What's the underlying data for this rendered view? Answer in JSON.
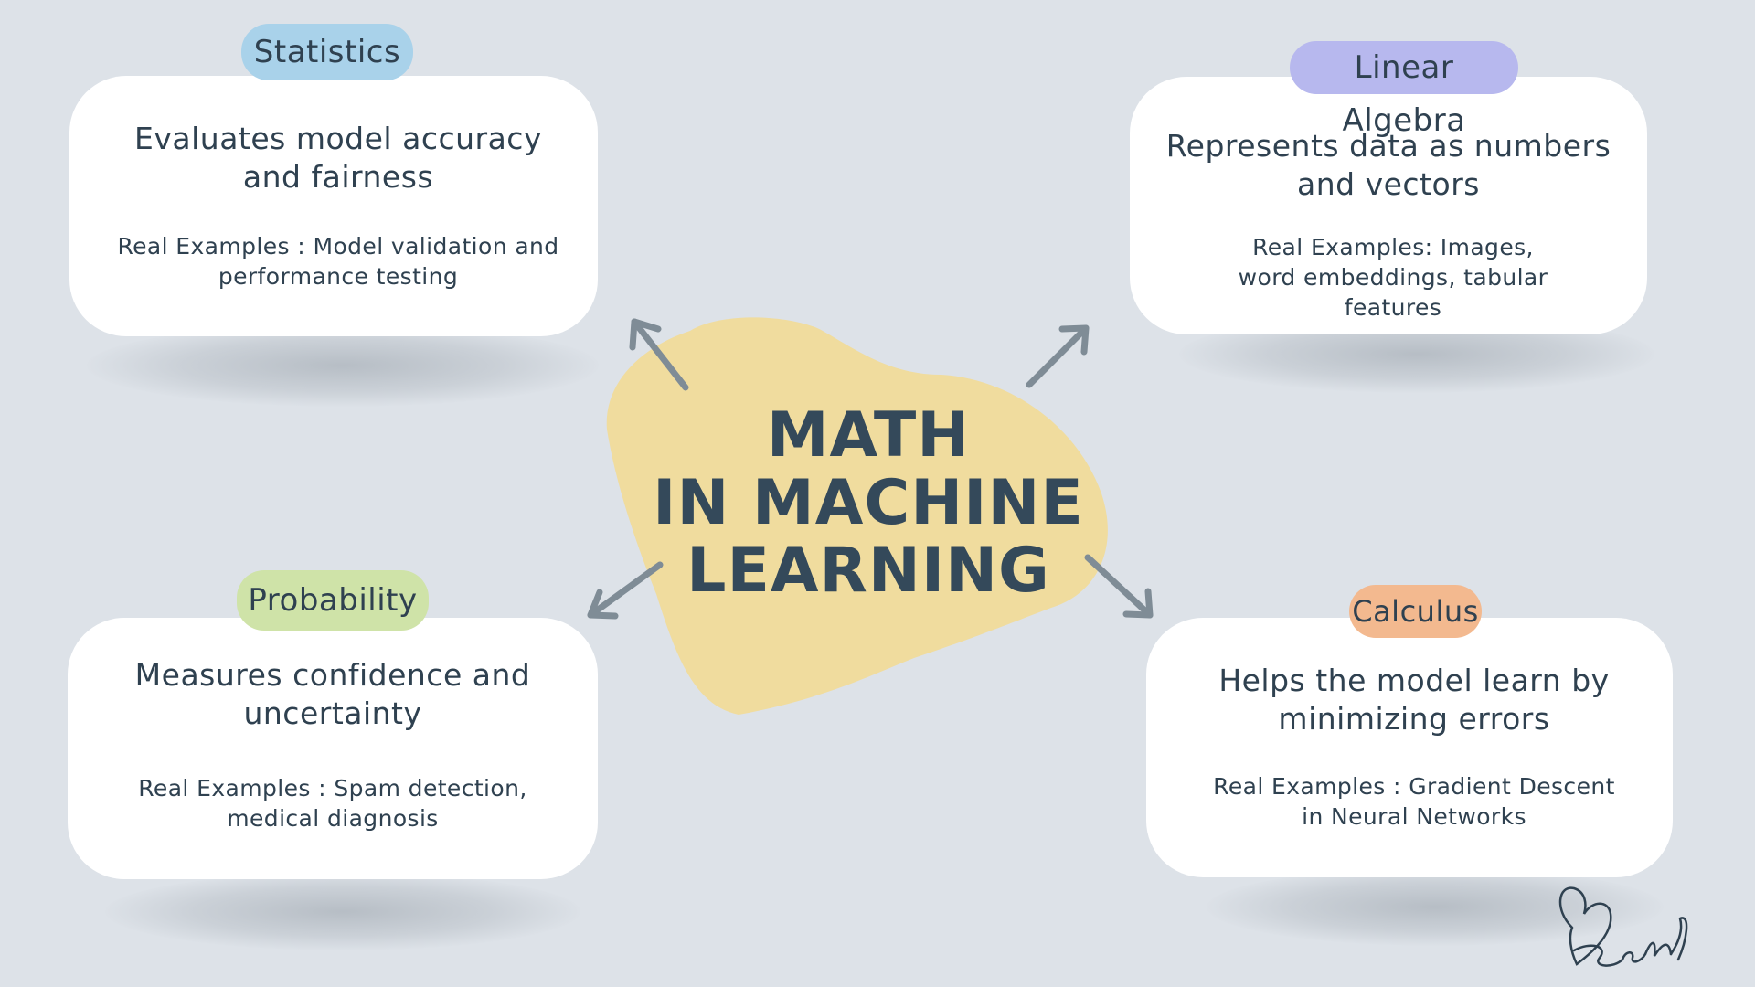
{
  "center": {
    "line1": "MATH",
    "line2": "IN MACHINE",
    "line3": "LEARNING"
  },
  "nodes": {
    "statistics": {
      "label": "Statistics",
      "desc": "Evaluates model accuracy and fairness",
      "example": "Real Examples : Model validation and performance testing"
    },
    "linear_algebra": {
      "label": "Linear Algebra",
      "desc": "Represents data as numbers and vectors",
      "example": "Real Examples: Images, word embeddings, tabular features"
    },
    "probability": {
      "label": "Probability",
      "desc": "Measures confidence and uncertainty",
      "example": "Real Examples : Spam detection, medical diagnosis"
    },
    "calculus": {
      "label": "Calculus",
      "desc": "Helps the model learn by minimizing errors",
      "example": "Real Examples : Gradient Descent in Neural Networks"
    }
  },
  "colors": {
    "background": "#dde2e8",
    "blob": "#f0dc9e",
    "arrow": "#7f8c96",
    "text": "#2f4150",
    "statistics_pill": "#a9d2ea",
    "linear_algebra_pill": "#b7b8ee",
    "probability_pill": "#cfe3a8",
    "calculus_pill": "#f3b98f"
  },
  "signature": "Keerthi"
}
